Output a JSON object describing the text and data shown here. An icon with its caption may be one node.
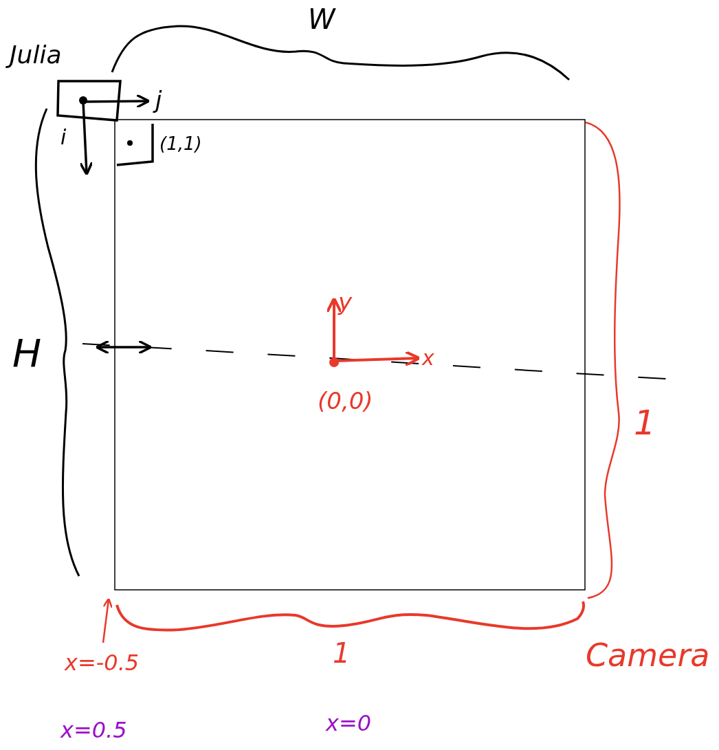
{
  "diagram": {
    "labels": [
      "W",
      "Julia",
      "j",
      "i",
      "(1,1)",
      "y",
      "H",
      "x",
      "(0,0)",
      "1",
      "1",
      "Camera",
      "x=-0.5",
      "x=0.5",
      "x=0"
    ]
  }
}
